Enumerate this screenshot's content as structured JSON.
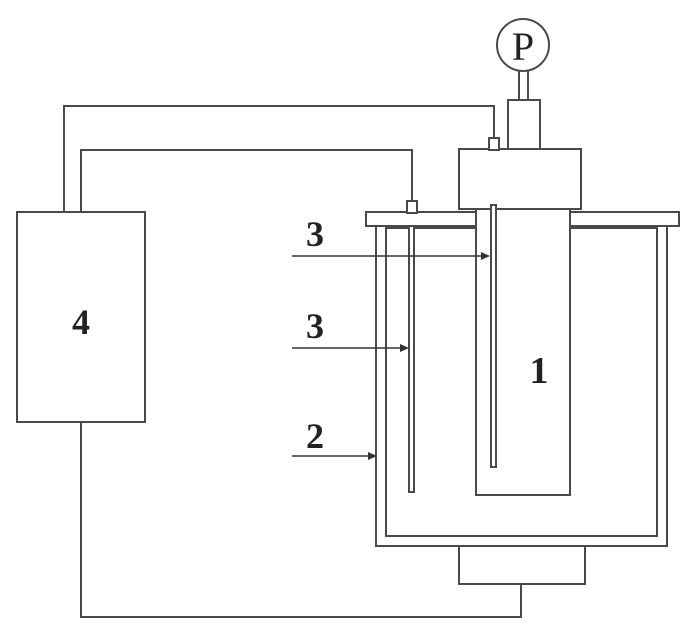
{
  "diagram": {
    "labels": {
      "vessel": "1",
      "bath": "2",
      "probe_upper": "3",
      "probe_lower": "3",
      "controller": "4"
    },
    "gauge": "P",
    "colors": {
      "line": "#4a4a4a",
      "text": "#222222",
      "background": "#ffffff"
    }
  }
}
